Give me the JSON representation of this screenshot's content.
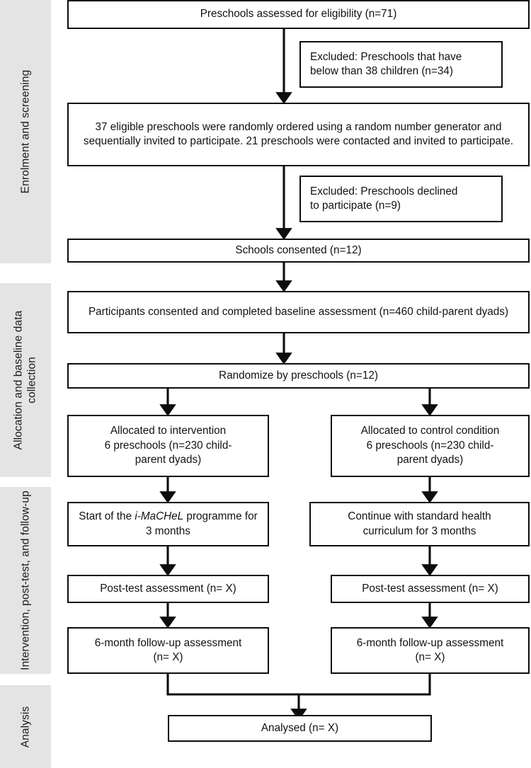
{
  "figure": {
    "type": "consort-flow-diagram",
    "background": "#ffffff",
    "band_color": "#e4e4e4",
    "line_color": "#0d0d0d"
  },
  "stages": [
    {
      "id": "enrolment",
      "label": "Enrolment and screening"
    },
    {
      "id": "allocation",
      "label": "Allocation and baseline data collection"
    },
    {
      "id": "intervention",
      "label": "Intervention, post-test, and follow-up"
    },
    {
      "id": "analysis",
      "label": "Analysis"
    }
  ],
  "nodes": {
    "assessed": "Preschools assessed for eligibility (n=71)",
    "excluded_1_line1": "Excluded: Preschools that have",
    "excluded_1_line2": "below than 38 children (n=34)",
    "eligible": "37 eligible preschools were randomly ordered using a random number generator and sequentially invited to participate. 21 preschools were contacted and invited to participate.",
    "excluded_2_line1": "Excluded: Preschools declined",
    "excluded_2_line2": "to participate (n=9)",
    "consented": "Schools consented (n=12)",
    "baseline": "Participants consented and completed baseline assessment (n=460 child-parent dyads)",
    "randomize": "Randomize by preschools (n=12)",
    "alloc_intervention_line1": "Allocated to intervention",
    "alloc_intervention_line2": "6 preschools (n=230 child-",
    "alloc_intervention_line3": "parent dyads)",
    "alloc_control_line1": "Allocated to control condition",
    "alloc_control_line2": "6 preschools (n=230 child-",
    "alloc_control_line3": "parent dyads)",
    "start_prog_pre": "Start of the ",
    "start_prog_em": "i-MaCHeL",
    "start_prog_post": " programme for 3 months",
    "continue_std_line1": "Continue with standard health",
    "continue_std_line2": "curriculum for 3 months",
    "posttest_left": "Post-test assessment (n= X)",
    "posttest_right": "Post-test assessment (n= X)",
    "followup_left_line1": "6-month follow-up assessment",
    "followup_left_line2": "(n= X)",
    "followup_right_line1": "6-month follow-up assessment",
    "followup_right_line2": "(n= X)",
    "analysed": "Analysed (n= X)"
  }
}
